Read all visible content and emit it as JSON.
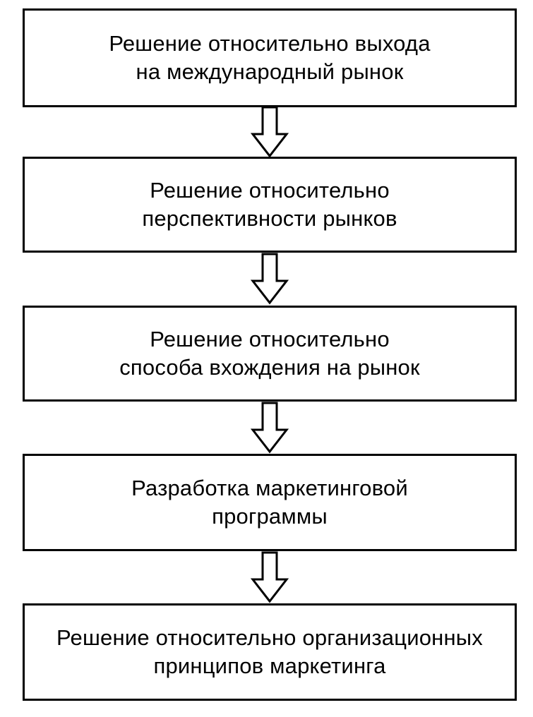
{
  "steps": [
    {
      "line1": "Решение относительно  выхода",
      "line2": "на международный рынок"
    },
    {
      "line1": "Решение относительно",
      "line2": "перспективности рынков"
    },
    {
      "line1": "Решение относительно",
      "line2": "способа вхождения на рынок"
    },
    {
      "line1": "Разработка маркетинговой",
      "line2": "программы"
    },
    {
      "line1": "Решение относительно организационных",
      "line2": "принципов маркетинга"
    }
  ],
  "colors": {
    "stroke": "#000000",
    "background": "#ffffff"
  },
  "icons": {
    "connector": "down-arrow-icon"
  }
}
